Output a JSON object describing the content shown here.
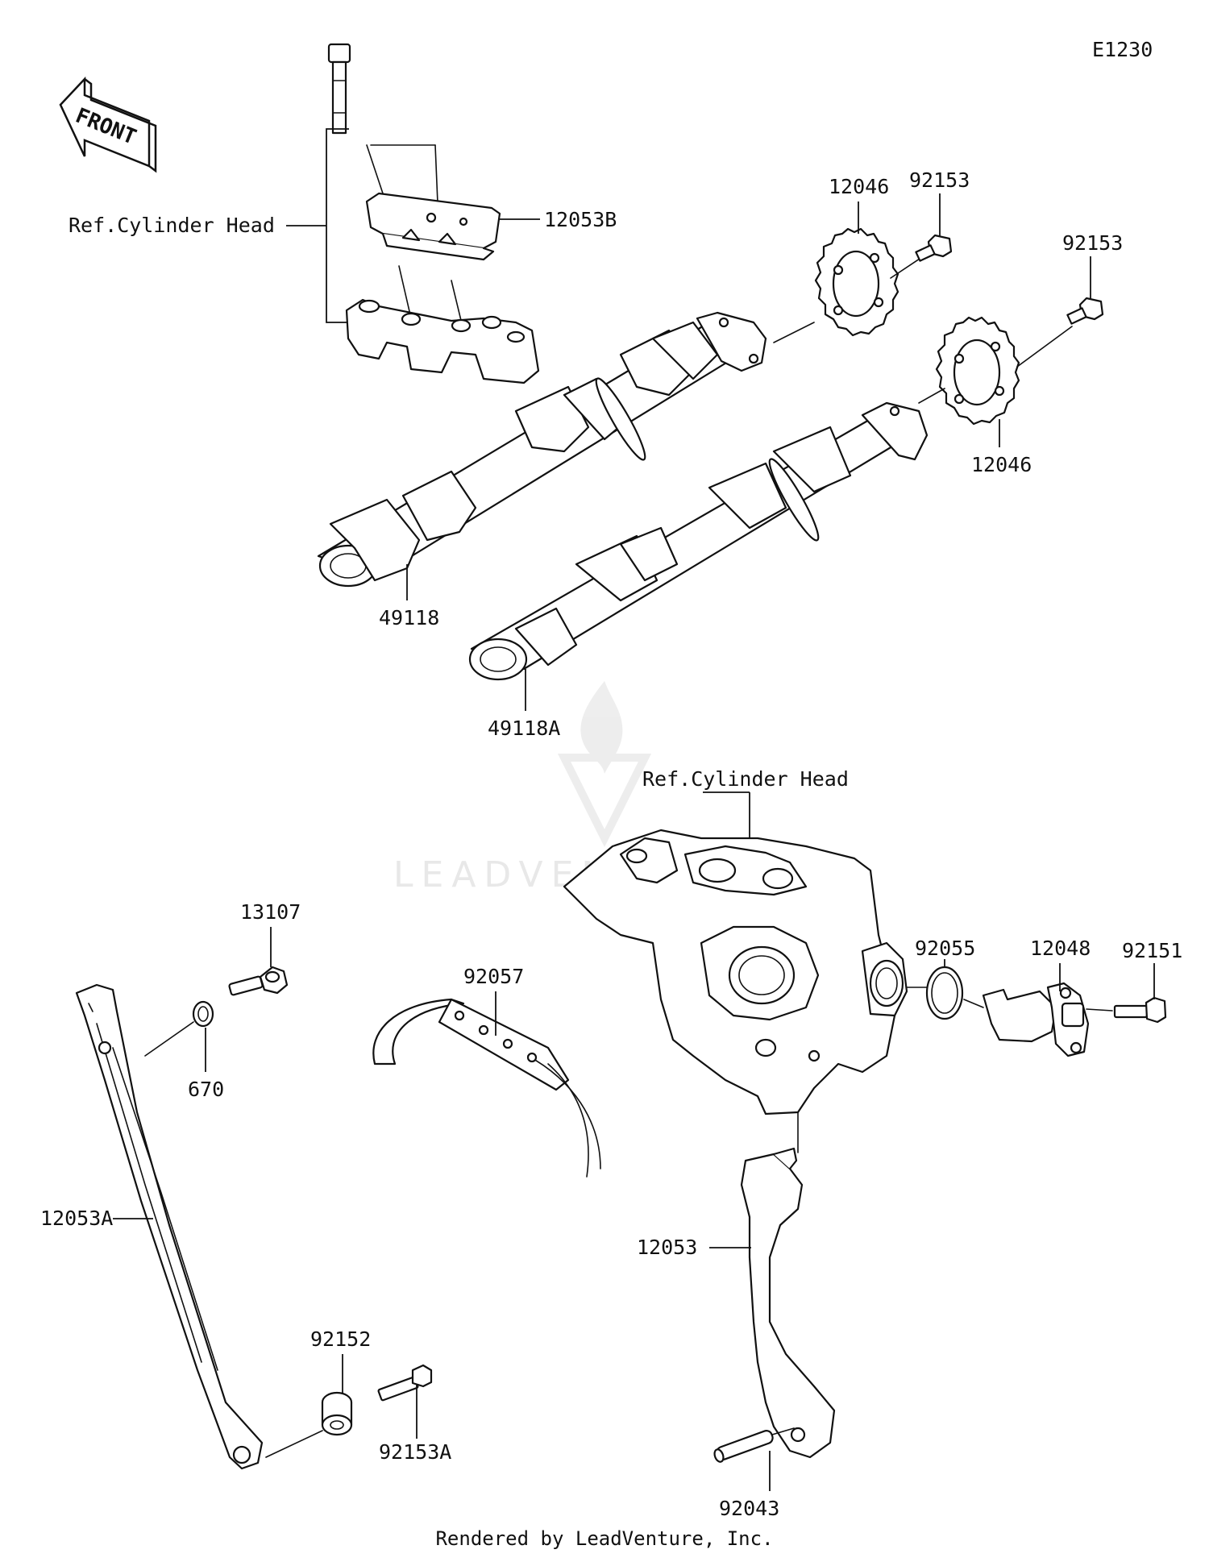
{
  "diagram_code": "E1230",
  "front_label": "FRONT",
  "reference_labels": {
    "top": "Ref.Cylinder Head",
    "middle": "Ref.Cylinder Head"
  },
  "part_numbers": {
    "p12053B": "12053B",
    "p12046_top": "12046",
    "p92153_left": "92153",
    "p92153_right": "92153",
    "p12046_bottom": "12046",
    "p49118": "49118",
    "p49118A": "49118A",
    "p13107": "13107",
    "p92057": "92057",
    "p92055": "92055",
    "p12048": "12048",
    "p92151": "92151",
    "p670": "670",
    "p12053A": "12053A",
    "p12053": "12053",
    "p92152": "92152",
    "p92153A": "92153A",
    "p92043": "92043"
  },
  "watermark": "LEADVENTURE",
  "footer": "Rendered by LeadVenture, Inc."
}
